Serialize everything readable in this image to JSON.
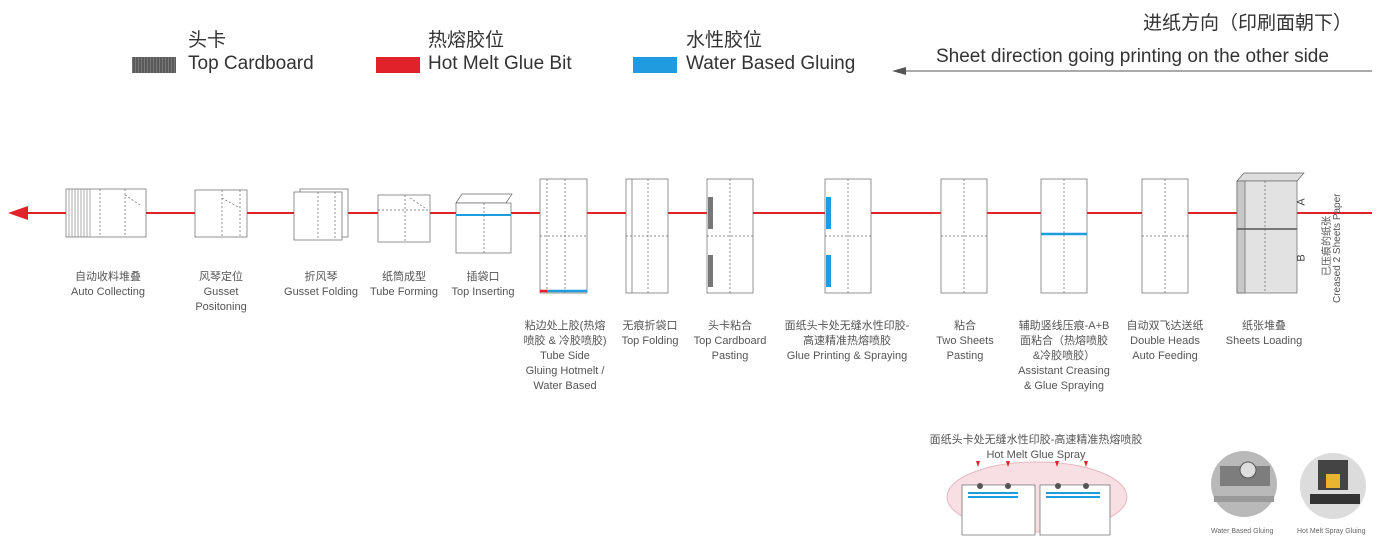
{
  "legend": {
    "top_cardboard": {
      "zh": "头卡",
      "en": "Top Cardboard",
      "color": "#5a5a5a"
    },
    "hot_melt": {
      "zh": "热熔胶位",
      "en": "Hot Melt Glue Bit",
      "color": "#e0222a"
    },
    "water_based": {
      "zh": "水性胶位",
      "en": "Water Based Gluing",
      "color": "#1f9be0"
    }
  },
  "direction": {
    "zh": "进纸方向（印刷面朝下）",
    "en": "Sheet direction going printing on the other side"
  },
  "steps": [
    {
      "id": "auto-collecting",
      "lines": [
        "自动收料堆叠",
        "Auto Collecting"
      ]
    },
    {
      "id": "gusset-positoning",
      "lines": [
        "风琴定位",
        "Gusset",
        "Positoning"
      ]
    },
    {
      "id": "gusset-folding",
      "lines": [
        "折风琴",
        "Gusset Folding"
      ]
    },
    {
      "id": "tube-forming",
      "lines": [
        "纸筒成型",
        "Tube Forming"
      ]
    },
    {
      "id": "top-inserting",
      "lines": [
        "插袋口",
        "Top Inserting"
      ]
    },
    {
      "id": "tube-side-gluing",
      "lines": [
        "粘边处上胶(热熔",
        "喷胶 & 冷胶喷胶)",
        "Tube Side",
        "Gluing Hotmelt /",
        "Water Based"
      ]
    },
    {
      "id": "top-folding",
      "lines": [
        "无痕折袋口",
        "Top Folding"
      ]
    },
    {
      "id": "top-cardboard-pasting",
      "lines": [
        "头卡粘合",
        "Top Cardboard",
        "Pasting"
      ]
    },
    {
      "id": "glue-printing-spraying",
      "lines": [
        "面纸头卡处无缝水性印胶-",
        "高速精准热熔喷胶",
        "Glue Printing & Spraying"
      ]
    },
    {
      "id": "two-sheets-pasting",
      "lines": [
        "粘合",
        "Two Sheets",
        "Pasting"
      ]
    },
    {
      "id": "assistant-creasing",
      "lines": [
        "辅助竖线压痕-A+B",
        "面粘合（热熔喷胶",
        "&冷胶喷胶）",
        "Assistant Creasing",
        "& Glue Spraying"
      ]
    },
    {
      "id": "double-heads-feeding",
      "lines": [
        "自动双飞达送纸",
        "Double Heads",
        "Auto Feeding"
      ]
    },
    {
      "id": "sheets-loading",
      "lines": [
        "纸张堆叠",
        "Sheets Loading"
      ]
    }
  ],
  "sheet_labels": {
    "a": "A",
    "b": "B",
    "side_zh": "已压痕的纸张",
    "side_en": "Creased 2 Sheets Paper"
  },
  "detail": {
    "zh": "面纸头卡处无缝水性印胶-高速精准热熔喷胶",
    "en": "Hot Melt Glue Spray"
  },
  "photos": {
    "water": "Water Based Gluing",
    "hotmelt": "Hot Melt Spray Gluing"
  }
}
